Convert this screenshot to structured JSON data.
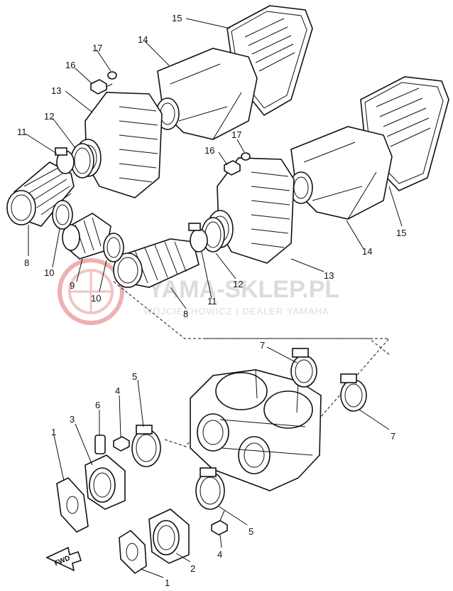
{
  "watermark": {
    "brand": "YAMA-SKLEP.PL",
    "tagline": "WOJCIECHOWICZ | DEALER YAMAHA",
    "color": "#e8a0a0"
  },
  "fwd_label": "FWD",
  "part_labels": {
    "p1a": "1",
    "p1b": "1",
    "p2": "2",
    "p3": "3",
    "p4a": "4",
    "p4b": "4",
    "p5a": "5",
    "p5b": "5",
    "p6": "6",
    "p7a": "7",
    "p7b": "7",
    "p8a": "8",
    "p8b": "8",
    "p9": "9",
    "p10a": "10",
    "p10b": "10",
    "p11a": "11",
    "p11b": "11",
    "p12a": "12",
    "p12b": "12",
    "p13a": "13",
    "p13b": "13",
    "p14a": "14",
    "p14b": "14",
    "p15a": "15",
    "p15b": "15",
    "p16a": "16",
    "p16b": "16",
    "p17a": "17",
    "p17b": "17"
  }
}
